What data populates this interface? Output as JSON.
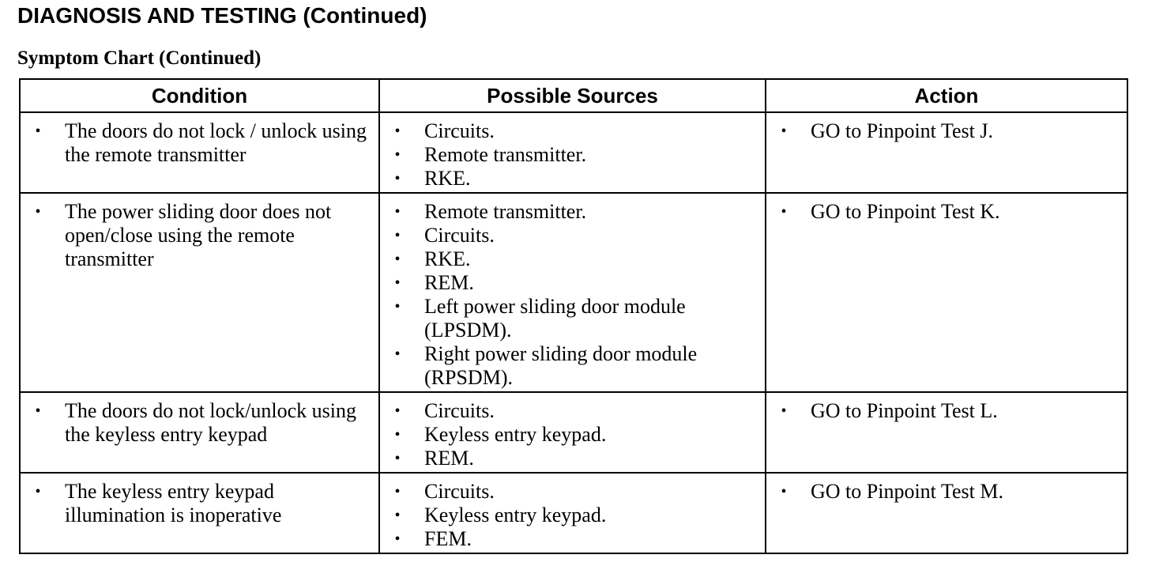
{
  "document": {
    "heading": "DIAGNOSIS AND TESTING (Continued)",
    "subheading": "Symptom Chart (Continued)"
  },
  "table": {
    "headers": [
      "Condition",
      "Possible Sources",
      "Action"
    ],
    "bullet_glyph": "•",
    "rows": [
      {
        "condition": [
          "The doors do not lock / unlock using the remote transmitter"
        ],
        "sources": [
          "Circuits.",
          "Remote transmitter.",
          "RKE."
        ],
        "action": [
          "GO to Pinpoint Test J."
        ]
      },
      {
        "condition": [
          "The power sliding door does not open/close using the remote transmitter"
        ],
        "sources": [
          "Remote transmitter.",
          "Circuits.",
          "RKE.",
          "REM.",
          "Left power sliding door module (LPSDM).",
          "Right power sliding door module (RPSDM)."
        ],
        "action": [
          "GO to Pinpoint Test K."
        ]
      },
      {
        "condition": [
          "The doors do not lock/unlock using the keyless entry keypad"
        ],
        "sources": [
          "Circuits.",
          "Keyless entry keypad.",
          "REM."
        ],
        "action": [
          "GO to Pinpoint Test L."
        ]
      },
      {
        "condition": [
          "The keyless entry keypad illumination is inoperative"
        ],
        "sources": [
          "Circuits.",
          "Keyless entry keypad.",
          "FEM."
        ],
        "action": [
          "GO to Pinpoint Test M."
        ]
      }
    ]
  }
}
